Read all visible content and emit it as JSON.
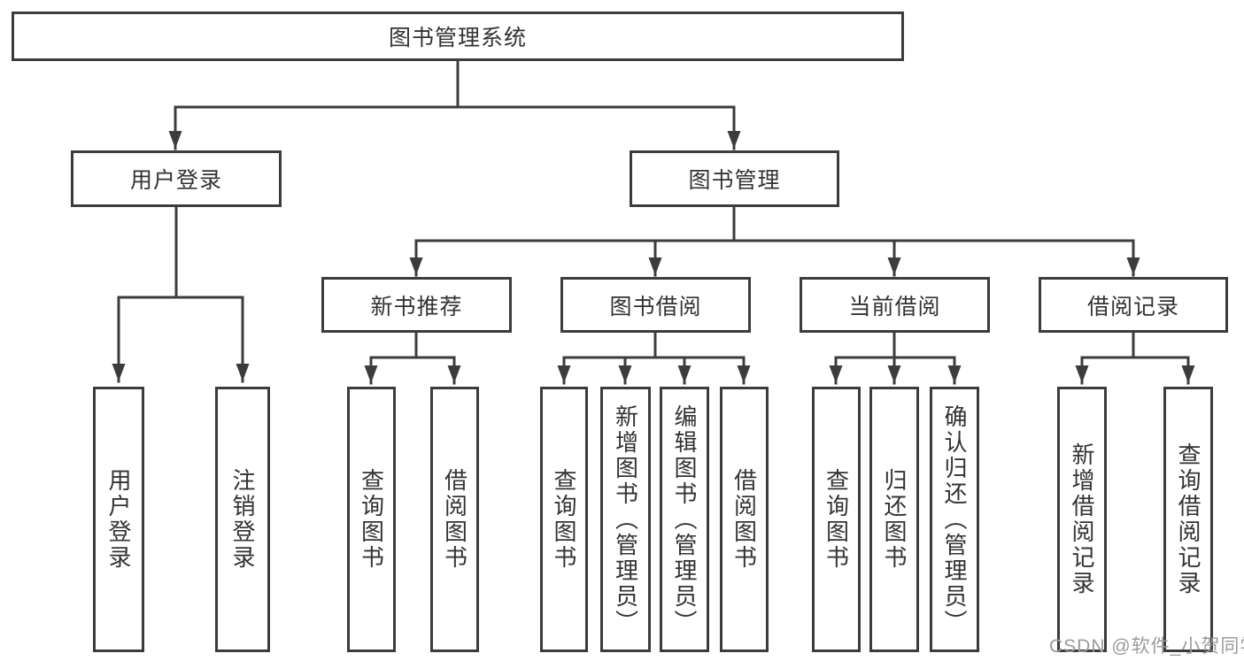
{
  "colors": {
    "line": "#3c3c3c",
    "box_border": "#3c3c3c",
    "text": "#333333",
    "watermark": "#9b9b9b",
    "background": "#ffffff"
  },
  "watermark": {
    "text": "CSDN @软件_小贺同学"
  },
  "tree": {
    "label": "图书管理系统",
    "children": [
      {
        "label": "用户登录",
        "children": [
          {
            "label": "用户登录"
          },
          {
            "label": "注销登录"
          }
        ]
      },
      {
        "label": "图书管理",
        "children": [
          {
            "label": "新书推荐",
            "children": [
              {
                "label": "查询图书"
              },
              {
                "label": "借阅图书"
              }
            ]
          },
          {
            "label": "图书借阅",
            "children": [
              {
                "label": "查询图书"
              },
              {
                "label": "新增图书（管理员）"
              },
              {
                "label": "编辑图书（管理员）"
              },
              {
                "label": "借阅图书"
              }
            ]
          },
          {
            "label": "当前借阅",
            "children": [
              {
                "label": "查询图书"
              },
              {
                "label": "归还图书"
              },
              {
                "label": "确认归还（管理员）"
              }
            ]
          },
          {
            "label": "借阅记录",
            "children": [
              {
                "label": "新增借阅记录"
              },
              {
                "label": "查询借阅记录"
              }
            ]
          }
        ]
      }
    ]
  }
}
